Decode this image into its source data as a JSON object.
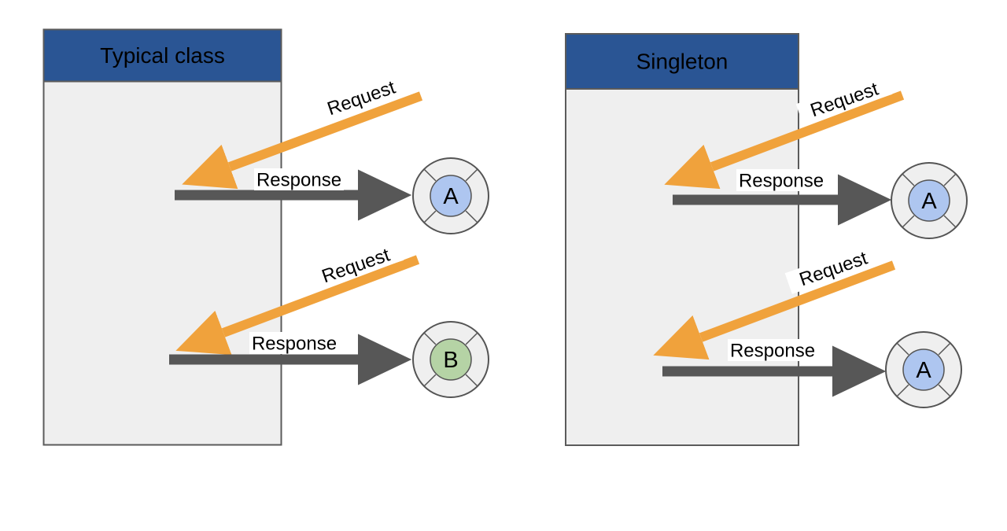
{
  "canvas": {
    "background": "#ffffff"
  },
  "colors": {
    "header_fill": "#2A5594",
    "header_text": "#FFFFFF",
    "box_fill": "#EFEFEF",
    "box_border": "#5B5B5B",
    "request_orange": "#F0A23C",
    "response_gray": "#575757",
    "label_bg": "#FFFFFF",
    "label_text": "#000000",
    "circle_outer_fill": "#EFEFEF",
    "circle_stroke": "#545454",
    "instance_a_fill": "#AEC6F0",
    "instance_b_fill": "#B5D3A5"
  },
  "panels": [
    {
      "title": "Typical class",
      "interactions": [
        {
          "request_label": "Request",
          "response_label": "Response",
          "instance_label": "A"
        },
        {
          "request_label": "Request",
          "response_label": "Response",
          "instance_label": "B"
        }
      ]
    },
    {
      "title": "Singleton",
      "interactions": [
        {
          "request_label": "Request",
          "response_label": "Response",
          "instance_label": "A"
        },
        {
          "request_label": "Request",
          "response_label": "Response",
          "instance_label": "A"
        }
      ]
    }
  ]
}
